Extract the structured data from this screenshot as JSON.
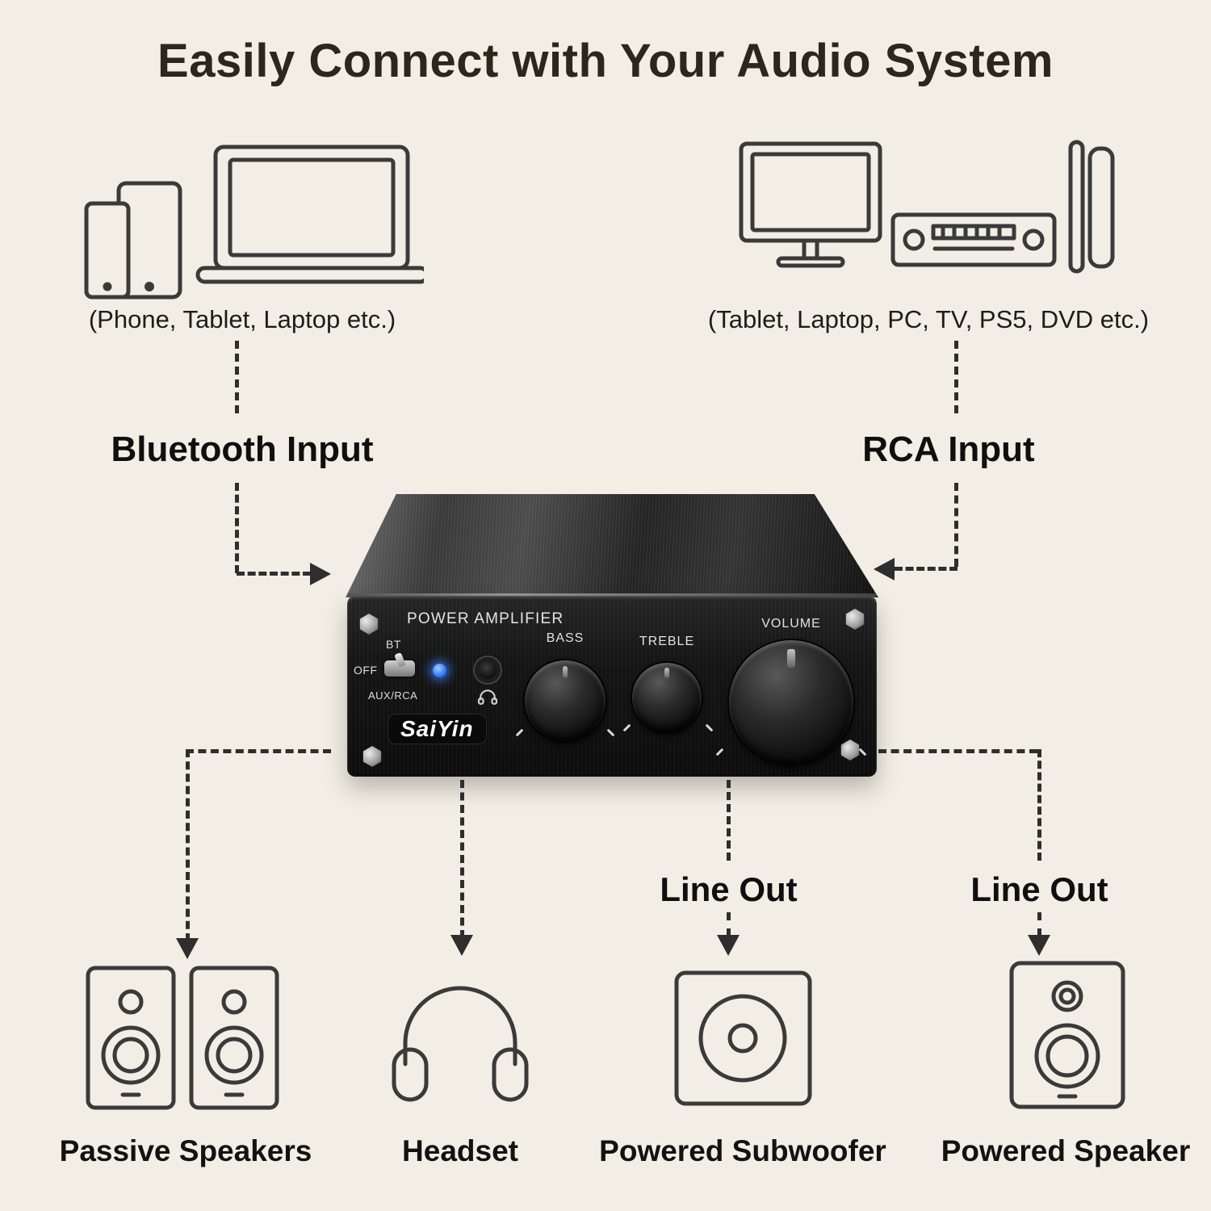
{
  "title": "Easily Connect with Your Audio System",
  "sources": {
    "left": {
      "caption": "(Phone, Tablet, Laptop etc.)",
      "input_label": "Bluetooth Input"
    },
    "right": {
      "caption": "(Tablet, Laptop, PC, TV, PS5, DVD etc.)",
      "input_label": "RCA Input"
    }
  },
  "amplifier": {
    "panel_title": "POWER AMPLIFIER",
    "brand": "SaiYin",
    "switch_labels": {
      "bt": "BT",
      "off": "OFF",
      "aux": "AUX/RCA"
    },
    "knobs": [
      {
        "label": "BASS"
      },
      {
        "label": "TREBLE"
      },
      {
        "label": "VOLUME"
      }
    ]
  },
  "outputs": [
    {
      "label": "Passive Speakers"
    },
    {
      "label": "Headset"
    },
    {
      "label": "Powered Subwoofer",
      "line_label": "Line Out"
    },
    {
      "label": "Powered Speaker",
      "line_label": "Line Out"
    }
  ],
  "icons": [
    "phone-icon",
    "tablet-icon",
    "laptop-icon",
    "monitor-icon",
    "av-receiver-icon",
    "ps5-icon",
    "headphone-jack-icon",
    "headphone-glyph-icon",
    "passive-speakers-icon",
    "headset-icon",
    "subwoofer-icon",
    "powered-speaker-icon"
  ],
  "colors": {
    "background": "#f2eee5",
    "line": "#2e2e2e",
    "text": "#121212",
    "led_blue": "#2f7bff"
  }
}
